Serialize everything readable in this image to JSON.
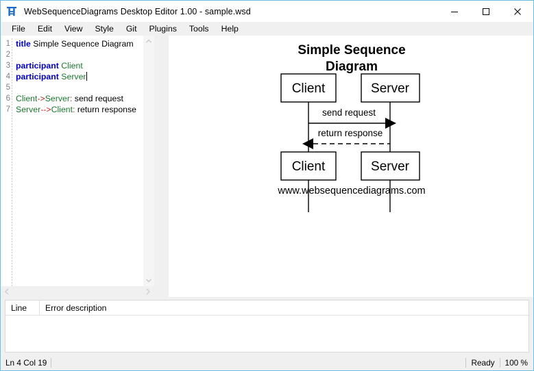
{
  "window": {
    "title": "WebSequenceDiagrams Desktop Editor 1.00 - sample.wsd",
    "icon": "wsd-app-icon",
    "border_color": "#6dbde8",
    "controls": [
      {
        "name": "minimize",
        "glyph": "minimize-icon"
      },
      {
        "name": "maximize",
        "glyph": "maximize-icon"
      },
      {
        "name": "close",
        "glyph": "close-icon"
      }
    ]
  },
  "menu": {
    "items": [
      {
        "label": "File"
      },
      {
        "label": "Edit"
      },
      {
        "label": "View"
      },
      {
        "label": "Style"
      },
      {
        "label": "Git"
      },
      {
        "label": "Plugins"
      },
      {
        "label": "Tools"
      },
      {
        "label": "Help"
      }
    ]
  },
  "editor": {
    "line_numbers": [
      "1",
      "2",
      "3",
      "4",
      "5",
      "6",
      "7"
    ],
    "lines": [
      {
        "n": "1",
        "tokens": [
          {
            "t": "title",
            "c": "kw"
          },
          {
            "t": " Simple Sequence Diagram",
            "c": "text"
          }
        ]
      },
      {
        "n": "2",
        "tokens": []
      },
      {
        "n": "3",
        "tokens": [
          {
            "t": "participant",
            "c": "kw"
          },
          {
            "t": " ",
            "c": "text"
          },
          {
            "t": "Client",
            "c": "name"
          }
        ]
      },
      {
        "n": "4",
        "tokens": [
          {
            "t": "participant",
            "c": "kw"
          },
          {
            "t": " ",
            "c": "text"
          },
          {
            "t": "Server",
            "c": "name"
          }
        ],
        "caret_after": true
      },
      {
        "n": "5",
        "tokens": []
      },
      {
        "n": "6",
        "tokens": [
          {
            "t": "Client",
            "c": "name"
          },
          {
            "t": "->",
            "c": "arrow"
          },
          {
            "t": "Server",
            "c": "name"
          },
          {
            "t": ":",
            "c": "arrow"
          },
          {
            "t": " send request",
            "c": "text"
          }
        ]
      },
      {
        "n": "7",
        "tokens": [
          {
            "t": "Server",
            "c": "name"
          },
          {
            "t": "-->",
            "c": "arrow"
          },
          {
            "t": "Client",
            "c": "name"
          },
          {
            "t": ":",
            "c": "arrow"
          },
          {
            "t": " return response",
            "c": "text"
          }
        ]
      }
    ],
    "colors": {
      "keyword": "#0000cc",
      "participant": "#1a7a2e",
      "arrow": "#cc2222",
      "text": "#000000",
      "line_number": "#808080"
    }
  },
  "diagram": {
    "title_line1": "Simple Sequence",
    "title_line2": "Diagram",
    "participants": [
      "Client",
      "Server"
    ],
    "top_boxes": [
      {
        "label": "Client"
      },
      {
        "label": "Server"
      }
    ],
    "bottom_boxes": [
      {
        "label": "Client"
      },
      {
        "label": "Server"
      }
    ],
    "messages": [
      {
        "label": "send request",
        "from": "Client",
        "to": "Server",
        "style": "solid",
        "direction": "right"
      },
      {
        "label": "return response",
        "from": "Server",
        "to": "Client",
        "style": "dashed",
        "direction": "left"
      }
    ],
    "footer": "www.websequencediagrams.com"
  },
  "errors": {
    "columns": [
      "Line",
      "Error description"
    ],
    "rows": []
  },
  "status": {
    "cursor": "Ln 4 Col 19",
    "state": "Ready",
    "zoom": "100 %"
  }
}
